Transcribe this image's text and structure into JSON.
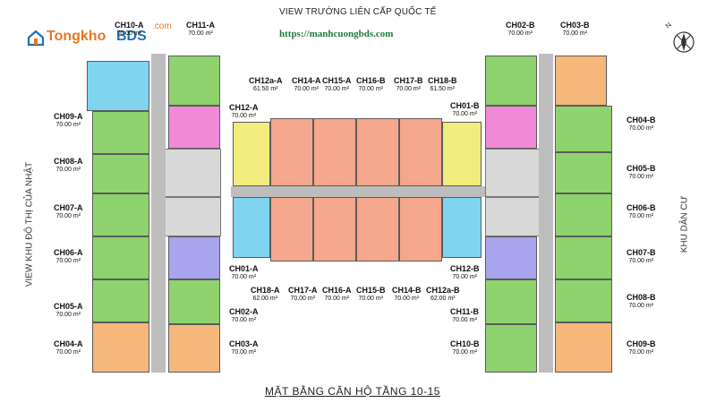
{
  "header": {
    "top_text": "VIEW TRƯỜNG LIÊN CẤP QUỐC TẾ",
    "url": "https://manhcuongbds.com"
  },
  "watermark": {
    "brand_a": "Tongkho",
    "brand_b": "BDS",
    "tld": ".com"
  },
  "side": {
    "left": "VIEW KHU ĐÔ THỊ CỦA NHẬT",
    "right": "KHU DÂN CƯ"
  },
  "title": "MẶT BẰNG CĂN HỘ TẦNG 10-15",
  "compass": {
    "north": "N"
  },
  "colors": {
    "green": "#8fd36f",
    "blue": "#7fd4ef",
    "pink": "#f08ad7",
    "yellow": "#f2ec7e",
    "orange": "#f6b77b",
    "lavender": "#a9a4ee",
    "salmon": "#f4a78c"
  },
  "units": [
    {
      "name": "CH10-A",
      "area": "70.00 m²"
    },
    {
      "name": "CH11-A",
      "area": "70.00 m²"
    },
    {
      "name": "CH09-A",
      "area": "70.00 m²"
    },
    {
      "name": "CH08-A",
      "area": "70.00 m²"
    },
    {
      "name": "CH07-A",
      "area": "70.00 m²"
    },
    {
      "name": "CH06-A",
      "area": "70.00 m²"
    },
    {
      "name": "CH05-A",
      "area": "70.00 m²"
    },
    {
      "name": "CH04-A",
      "area": "70.00 m²"
    },
    {
      "name": "CH12-A",
      "area": "70.00 m²"
    },
    {
      "name": "CH01-A",
      "area": "70.00 m²"
    },
    {
      "name": "CH02-A",
      "area": "70.00 m²"
    },
    {
      "name": "CH03-A",
      "area": "70.00 m²"
    },
    {
      "name": "CH12a-A",
      "area": "61.50 m²"
    },
    {
      "name": "CH14-A",
      "area": "70.00 m²"
    },
    {
      "name": "CH15-A",
      "area": "70.00 m²"
    },
    {
      "name": "CH16-B",
      "area": "70.00 m²"
    },
    {
      "name": "CH17-B",
      "area": "70.00 m²"
    },
    {
      "name": "CH18-B",
      "area": "61.50 m²"
    },
    {
      "name": "CH18-A",
      "area": "62.00 m²"
    },
    {
      "name": "CH17-A",
      "area": "70.00 m²"
    },
    {
      "name": "CH16-A",
      "area": "70.00 m²"
    },
    {
      "name": "CH15-B",
      "area": "70.00 m²"
    },
    {
      "name": "CH14-B",
      "area": "70.00 m²"
    },
    {
      "name": "CH12a-B",
      "area": "62.00 m²"
    },
    {
      "name": "CH02-B",
      "area": "70.00 m²"
    },
    {
      "name": "CH03-B",
      "area": "70.00 m²"
    },
    {
      "name": "CH01-B",
      "area": "70.00 m²"
    },
    {
      "name": "CH04-B",
      "area": "70.00 m²"
    },
    {
      "name": "CH05-B",
      "area": "70.00 m²"
    },
    {
      "name": "CH06-B",
      "area": "70.00 m²"
    },
    {
      "name": "CH07-B",
      "area": "70.00 m²"
    },
    {
      "name": "CH08-B",
      "area": "70.00 m²"
    },
    {
      "name": "CH09-B",
      "area": "70.00 m²"
    },
    {
      "name": "CH12-B",
      "area": "70.00 m²"
    },
    {
      "name": "CH11-B",
      "area": "70.00 m²"
    },
    {
      "name": "CH10-B",
      "area": "70.00 m²"
    }
  ]
}
